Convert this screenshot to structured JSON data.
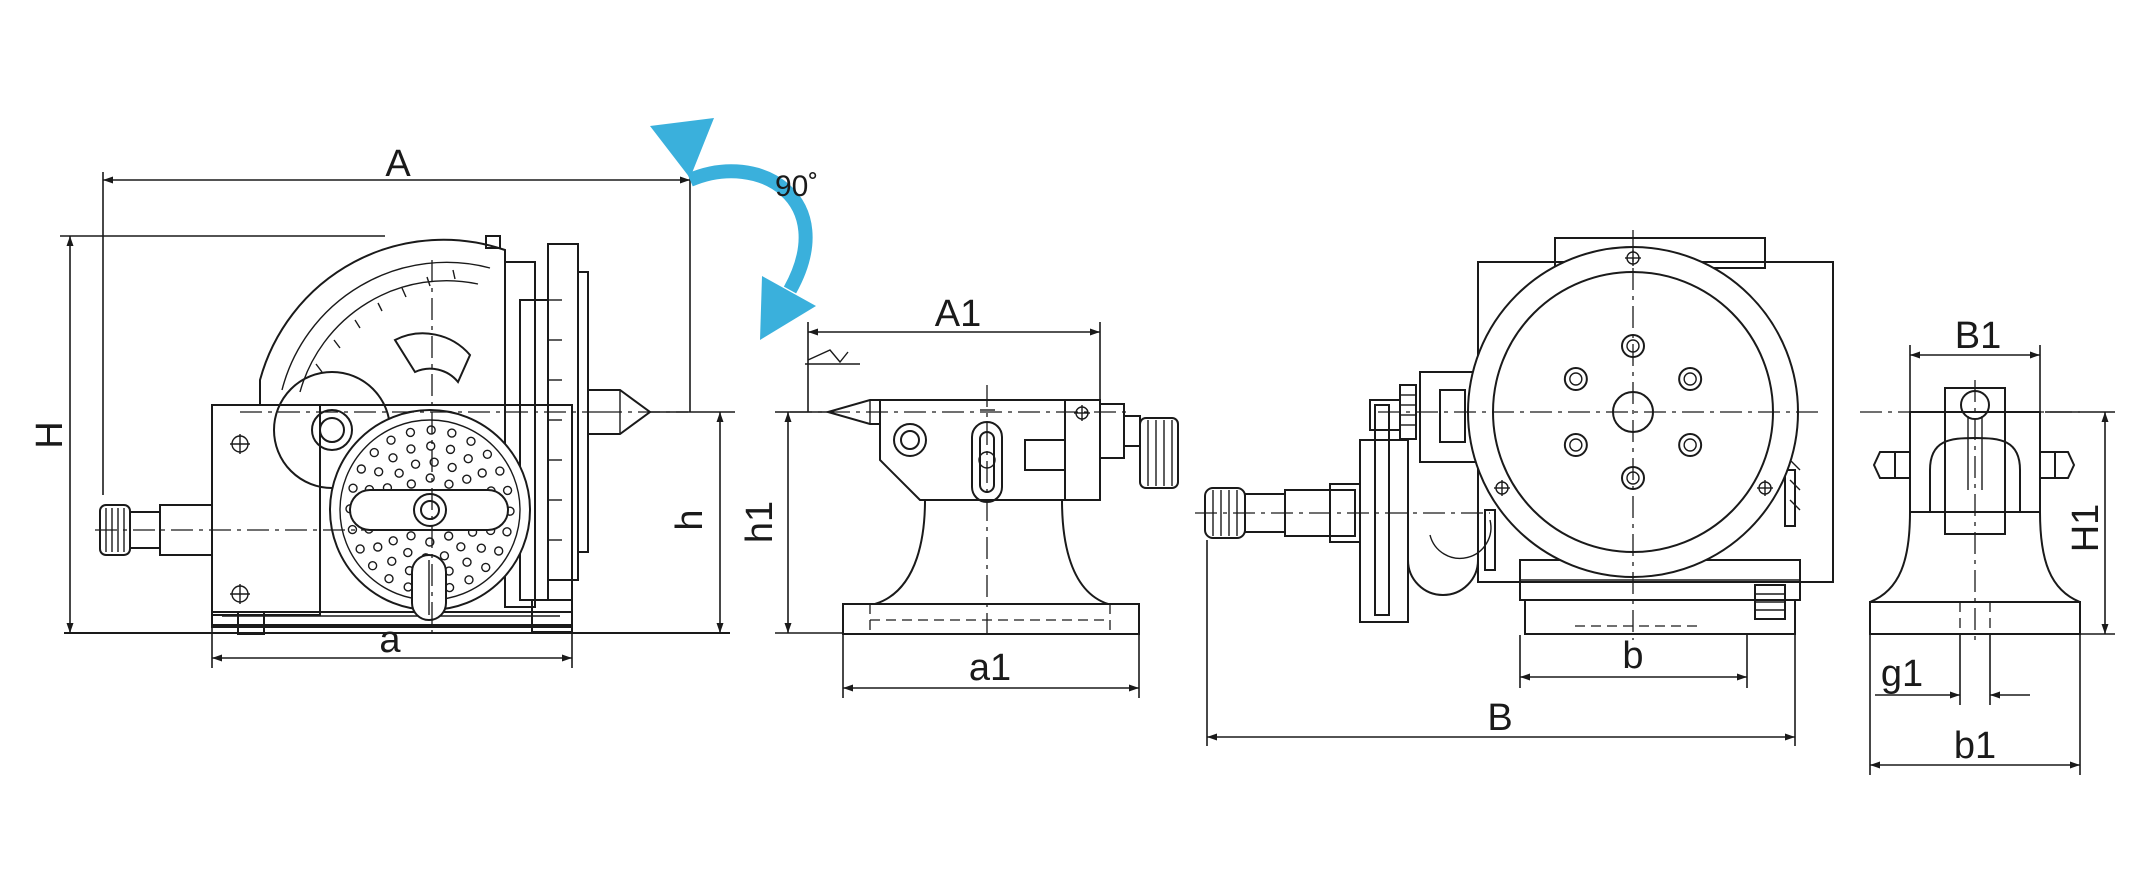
{
  "labels": {
    "A": "A",
    "H": "H",
    "h": "h",
    "a": "a",
    "A1": "A1",
    "h1": "h1",
    "a1": "a1",
    "B": "B",
    "b": "b",
    "B1": "B1",
    "H1": "H1",
    "g1": "g1",
    "b1": "b1"
  },
  "rotation": {
    "angle": "90˚"
  },
  "colors": {
    "line": "#1a1a1a",
    "arrow": "#3ab0dc",
    "background": "#ffffff"
  }
}
